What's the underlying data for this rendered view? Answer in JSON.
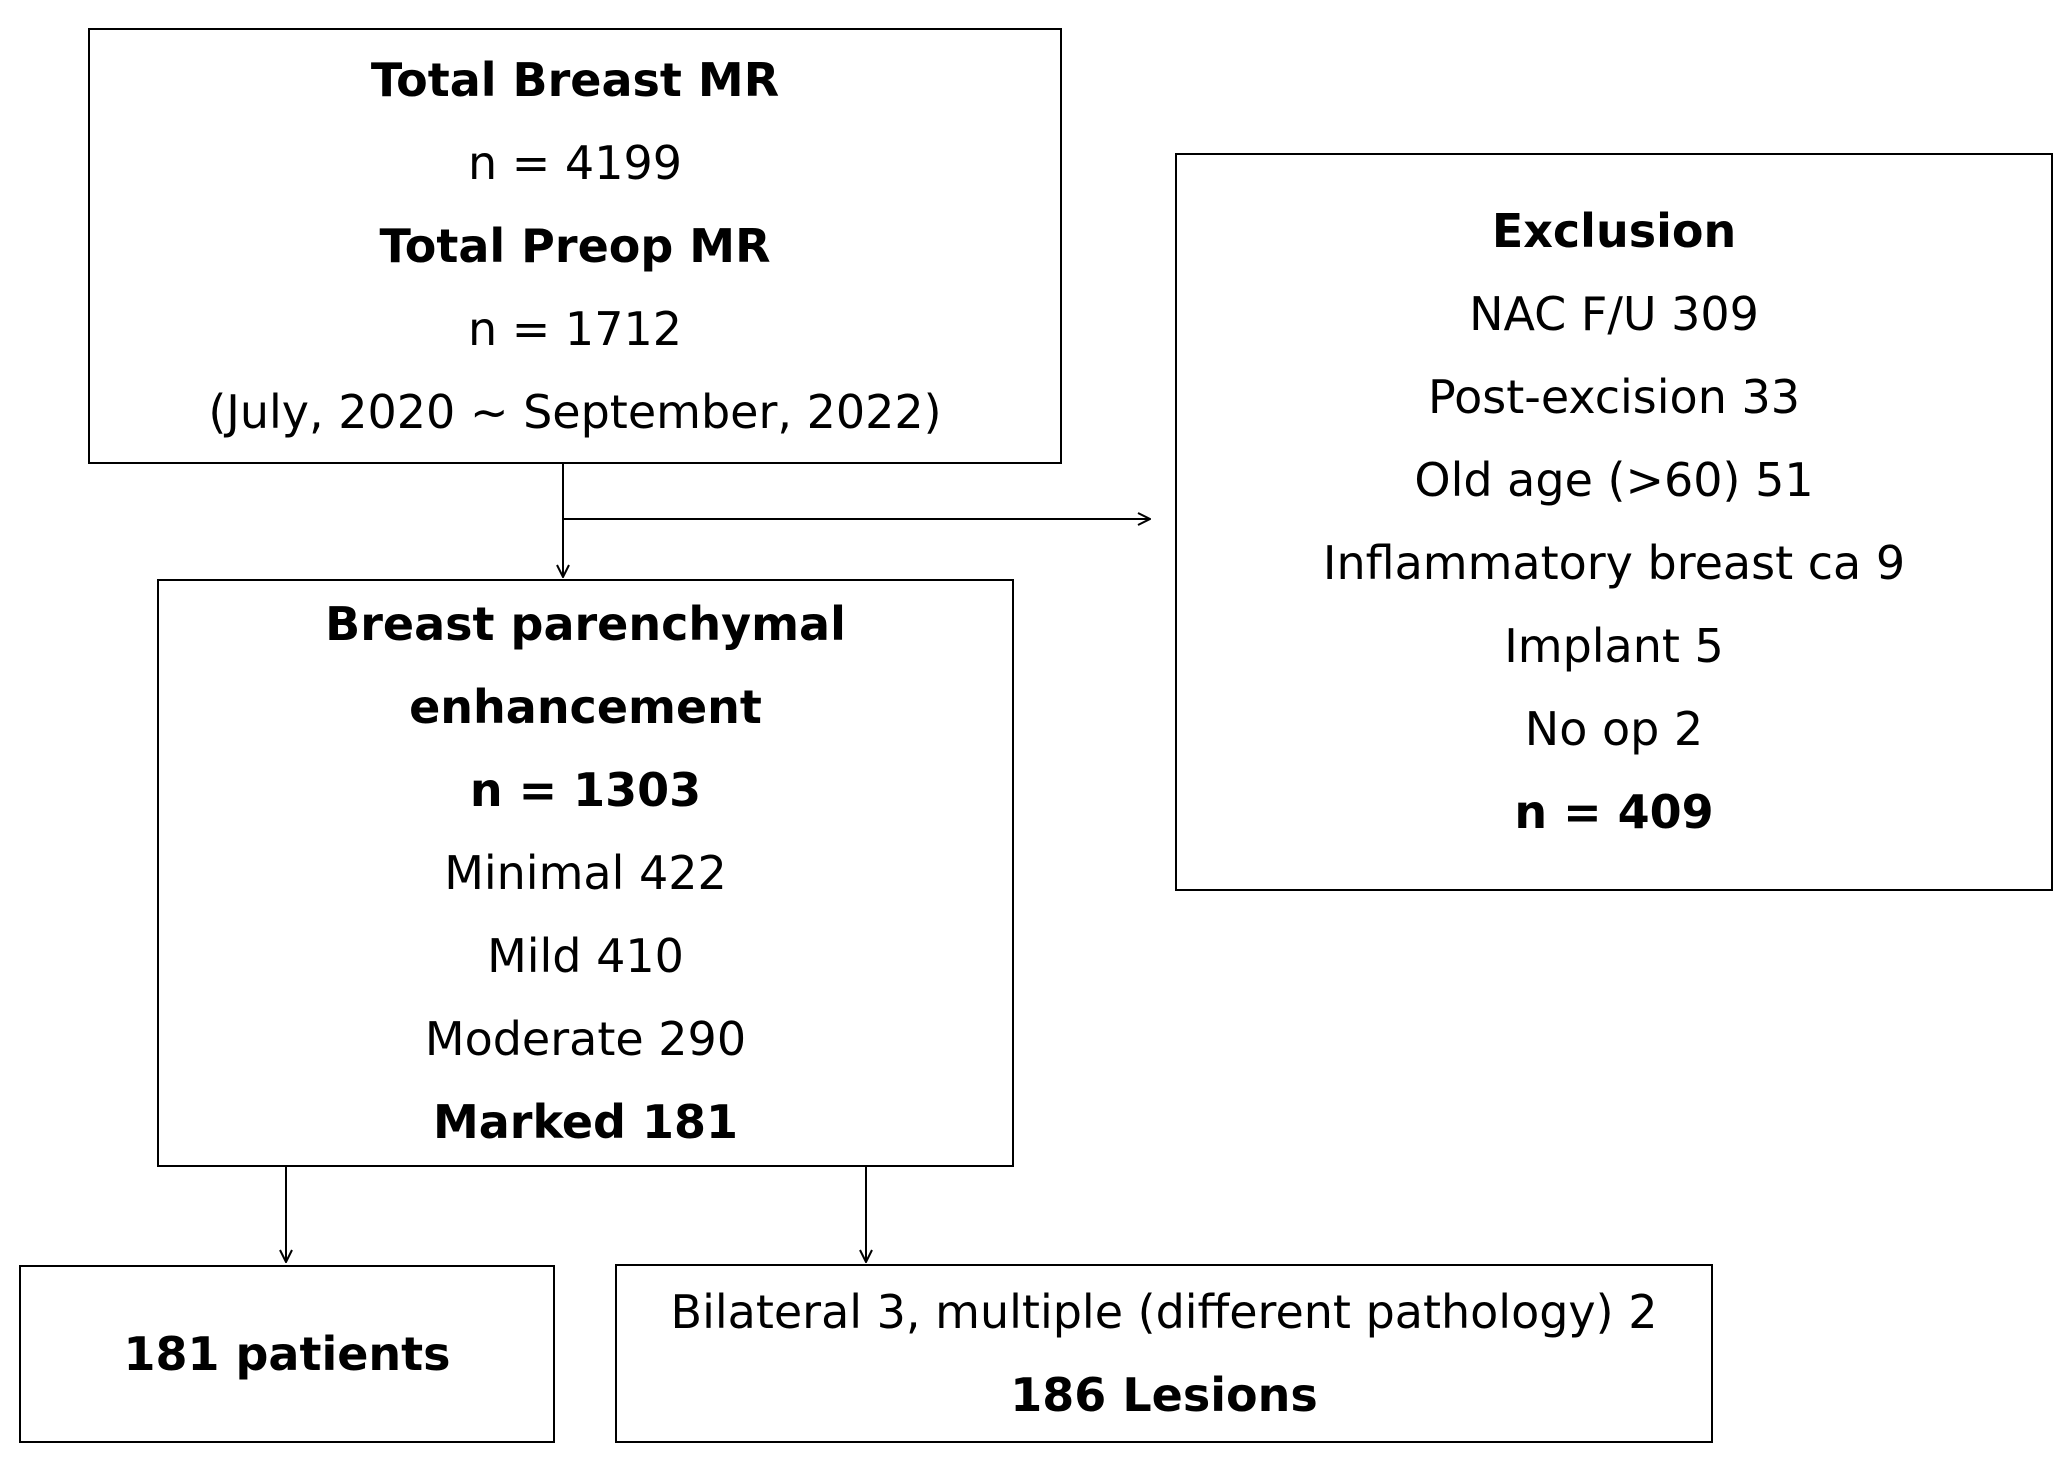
{
  "total_box": {
    "title1": "Total Breast MR",
    "n1": "n = 4199",
    "title2": "Total Preop MR",
    "n2": "n = 1712",
    "period": "(July, 2020 ~ September, 2022)"
  },
  "exclusion_box": {
    "title": "Exclusion",
    "items": [
      "NAC F/U 309",
      "Post-excision 33",
      "Old age (>60) 51",
      "Inflammatory breast ca 9",
      "Implant 5",
      "No op 2"
    ],
    "total": "n = 409"
  },
  "bpe_box": {
    "title_line1": "Breast parenchymal",
    "title_line2": "enhancement",
    "n": "n = 1303",
    "items": [
      "Minimal 422",
      "Mild 410",
      "Moderate 290"
    ],
    "marked": "Marked 181"
  },
  "patients_box": {
    "label": "181 patients"
  },
  "lesions_box": {
    "detail": "Bilateral 3, multiple (different pathology) 2",
    "total": "186 Lesions"
  }
}
